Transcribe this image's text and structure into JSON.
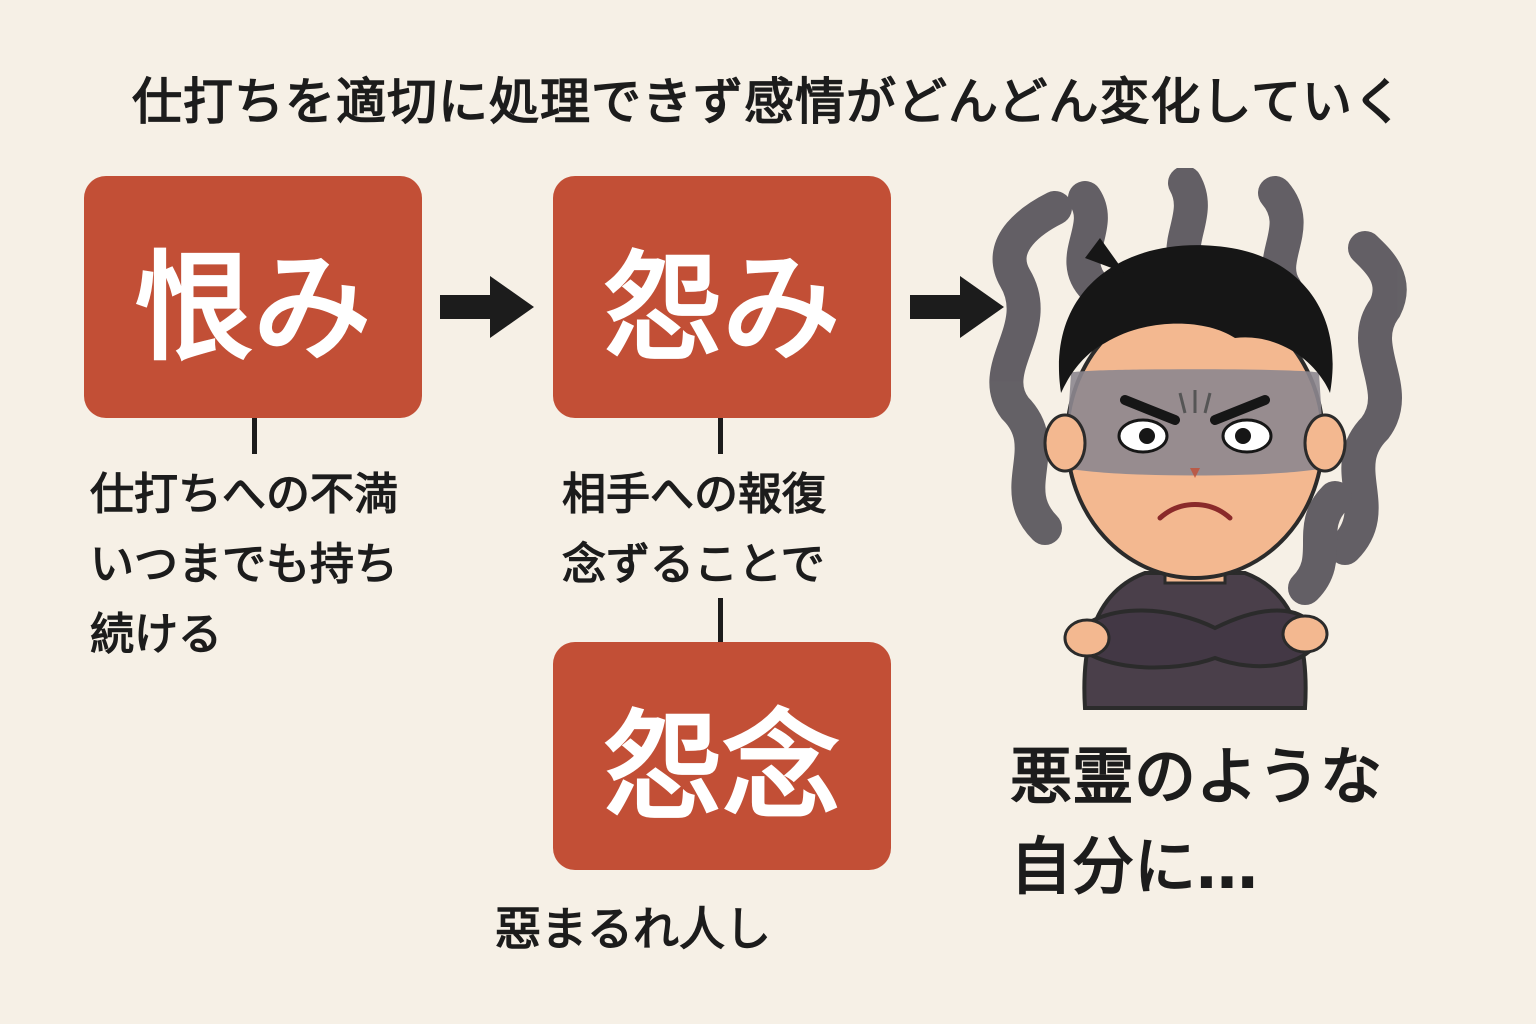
{
  "title": "仕打ちを適切に処理できず感情がどんどん変化していく",
  "stages": [
    {
      "label": "恨み",
      "notes": [
        "仕打ちへの不満",
        "いつまでも持ち",
        "続ける"
      ]
    },
    {
      "label": "怨み",
      "notes": [
        "相手への報復",
        "念ずることで"
      ]
    },
    {
      "label": "怨念",
      "notes": [
        "惡まるれ人し"
      ]
    }
  ],
  "result": {
    "lines": [
      "悪霊のような",
      "自分に…"
    ]
  },
  "colors": {
    "box": "#c24f36",
    "background": "#f6f0e6",
    "text": "#1c1c1c",
    "smoke": "#5c585f"
  },
  "icons": {
    "arrow": "arrow-right-icon",
    "illustration": "angry-person-illustration"
  }
}
